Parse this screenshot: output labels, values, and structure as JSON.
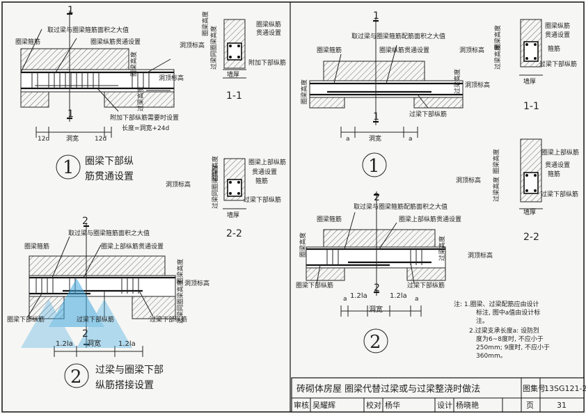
{
  "panel_a": {
    "sec1_mark": "1",
    "note_max_area": "取过梁与圈梁箍筋面积之大值",
    "ring_stirrup": "圈梁箍筋",
    "ring_long_through": "圈梁纵筋贯通设置",
    "hole_top_elev": "洞顶标高",
    "ring_height": "圈梁高度",
    "lintel_height": "过梁高度",
    "added_bottom_bar": "附加下部纵筋需要时设置",
    "length_formula": "长度=洞宽+24d",
    "dim_12d_left": "12d",
    "dim_width": "洞宽",
    "dim_12d_right": "12d",
    "detail_no": "1",
    "detail_title_line1": "圈梁下部纵",
    "detail_title_line2": "筋贯通设置"
  },
  "section_a11": {
    "ring_height": "圈梁高度",
    "lintel_height": "过梁同圈梁高度",
    "hole_top": "洞顶标高",
    "ring_long": "圈梁纵筋",
    "through_set": "贯通设置",
    "added_bottom": "附加下部纵筋",
    "wall_thk": "墙厚",
    "sec_label": "1-1"
  },
  "section_a22": {
    "ring_height": "圈梁高度",
    "lintel_height": "过梁同圈梁高度",
    "hole_top": "洞顶标高",
    "ring_upper": "圈梁上部纵筋",
    "through_set": "贯通设置",
    "stirrup": "箍筋",
    "lintel_bottom": "过梁下部纵筋",
    "wall_thk": "墙厚",
    "sec_label": "2-2"
  },
  "panel_b": {
    "sec_mark": "2",
    "note_max_area": "取过梁与圈梁箍筋面积之大值",
    "ring_stirrup": "圈梁箍筋",
    "ring_upper_through": "圈梁上部纵筋贯通设置",
    "ring_height": "圈梁高度",
    "hole_top": "洞顶标高",
    "lintel_height": "过梁同圈梁高度",
    "ring_bottom": "圈梁下部纵筋",
    "lintel_bottom": "过梁下部纵筋",
    "lap_left": "1.2la",
    "dim_width": "洞宽",
    "lap_right": "1.2la",
    "detail_no": "2",
    "detail_title_line1": "过梁与圈梁下部",
    "detail_title_line2": "纵筋搭接设置"
  },
  "panel_c": {
    "sec_mark": "1",
    "note_max_area": "取过梁与圈梁箍筋配筋面积之大值",
    "ring_stirrup": "圈梁箍筋",
    "ring_long_through": "圈梁纵筋贯通设置",
    "ring_height": "圈梁高度",
    "lintel_height": "过梁高度",
    "hole_top": "洞顶标高",
    "lintel_bottom": "过梁下部纵筋",
    "dim_a_left": "a",
    "dim_width": "洞宽",
    "dim_a_right": "a",
    "detail_no": "1"
  },
  "section_c11": {
    "ring_height": "圈梁高度",
    "lintel_height": "过梁高度",
    "hole_top": "洞顶标高",
    "ring_long": "圈梁纵筋",
    "through_set": "贯通设置",
    "stirrup": "箍筋",
    "lintel_bottom": "过梁下部纵筋",
    "wall_thk": "墙厚",
    "sec_label": "1-1"
  },
  "section_c22": {
    "ring_height": "圈梁高度",
    "lintel_height": "过梁高度",
    "hole_top": "洞顶标高",
    "ring_upper": "圈梁上部纵筋",
    "through_set": "贯通设置",
    "stirrup": "箍筋",
    "lintel_bottom": "过梁下部纵筋",
    "wall_thk": "墙厚",
    "sec_label": "2-2"
  },
  "panel_d": {
    "sec_mark": "2",
    "note_max_area": "取过梁与圈梁箍筋配筋面积之大值",
    "ring_stirrup": "圈梁箍筋",
    "ring_upper_through": "圈梁上部纵筋贯通设置",
    "ring_height": "圈梁高度",
    "lintel_height": "过梁高度",
    "hole_top": "洞顶标高",
    "ring_bottom": "圈梁下部纵筋",
    "lintel_bottom": "过梁下部纵筋",
    "dim_a_left": "a",
    "lap_left": "1.2la",
    "dim_width": "洞宽",
    "lap_right": "1.2la",
    "dim_a_right": "a",
    "detail_no": "2"
  },
  "notes": {
    "head": "注: 1.圈梁、过梁配筋应由设计",
    "l2": "标注, 图中a值由设计标",
    "l3": "注。",
    "l4": "2.过梁支承长度a: 设防烈",
    "l5": "度为6~8度时, 不应小于",
    "l6": "250mm; 9度时, 不应小于",
    "l7": "360mm。"
  },
  "title_block": {
    "title": "砖砌体房屋  圈梁代替过梁或与过梁整浇时做法",
    "atlas_label": "图集号",
    "atlas_no": "13SG121-2",
    "review_label": "审核",
    "reviewer": "吴耀辉",
    "check_label": "校对",
    "checker": "杨华",
    "design_label": "设计",
    "designer": "杨晓艳",
    "page_label": "页",
    "page_no": "31"
  },
  "colors": {
    "ink": "#222222",
    "paper": "#f6f6f4",
    "watermark": "#3fa9e0"
  }
}
